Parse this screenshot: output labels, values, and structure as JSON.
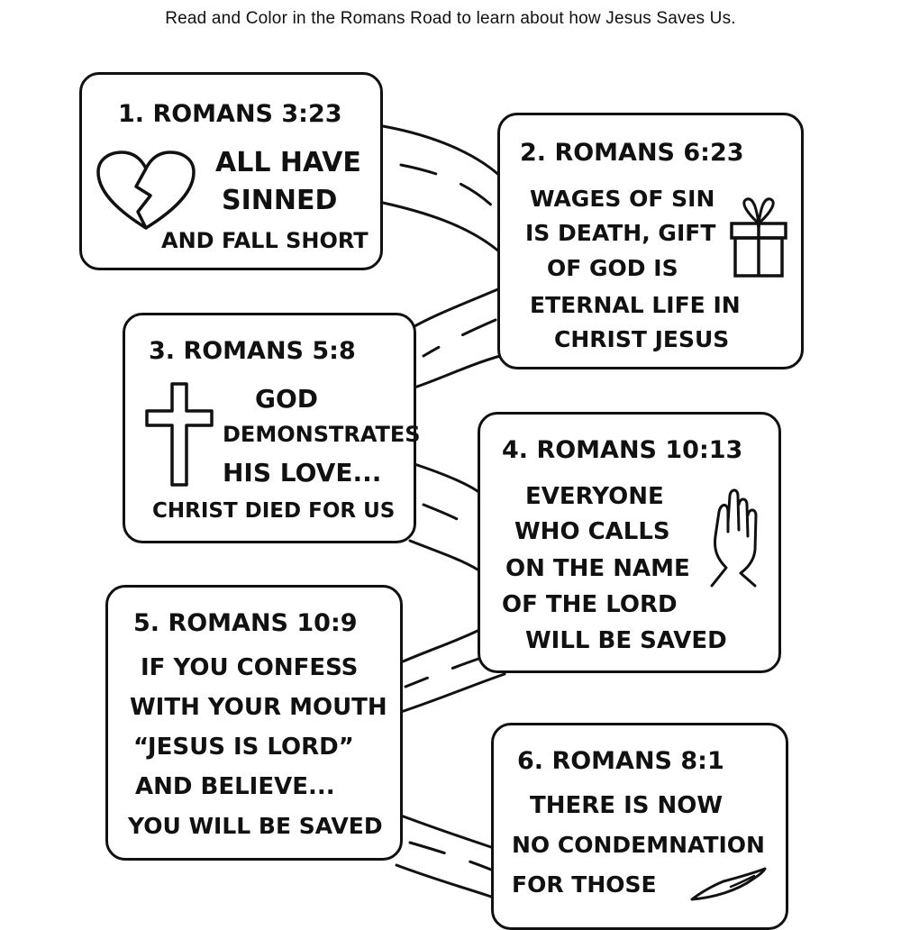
{
  "instruction": "Read and Color in the Romans Road to learn about how Jesus Saves Us.",
  "cards": [
    {
      "reference": "1.  ROMANS 3:23",
      "lines": [
        "ALL HAVE",
        "SINNED",
        "AND FALL SHORT"
      ],
      "icon": "broken-heart-icon"
    },
    {
      "reference": "2.  ROMANS 6:23",
      "lines": [
        "WAGES OF SIN",
        "IS DEATH, GIFT",
        "OF GOD IS",
        "ETERNAL LIFE IN",
        "CHRIST JESUS"
      ],
      "icon": "gift-box-icon"
    },
    {
      "reference": "3.  ROMANS 5:8",
      "lines": [
        "GOD",
        "DEMONSTRATES",
        "HIS LOVE...",
        "CHRIST DIED FOR US"
      ],
      "icon": "cross-icon"
    },
    {
      "reference": "4.  ROMANS 10:13",
      "lines": [
        "EVERYONE",
        "WHO CALLS",
        "ON THE NAME",
        "OF THE LORD",
        "WILL BE SAVED"
      ],
      "icon": "praying-hand-icon"
    },
    {
      "reference": "5.  ROMANS 10:9",
      "lines": [
        "IF YOU CONFESS",
        "WITH YOUR MOUTH",
        "“JESUS IS LORD”",
        "AND BELIEVE...",
        "YOU WILL BE SAVED"
      ]
    },
    {
      "reference": "6.  ROMANS 8:1",
      "lines": [
        "THERE IS NOW",
        "NO CONDEMNATION",
        "FOR THOSE"
      ],
      "icon": "wing-icon"
    }
  ],
  "colors": {
    "ink": "#111111",
    "background": "#ffffff"
  }
}
